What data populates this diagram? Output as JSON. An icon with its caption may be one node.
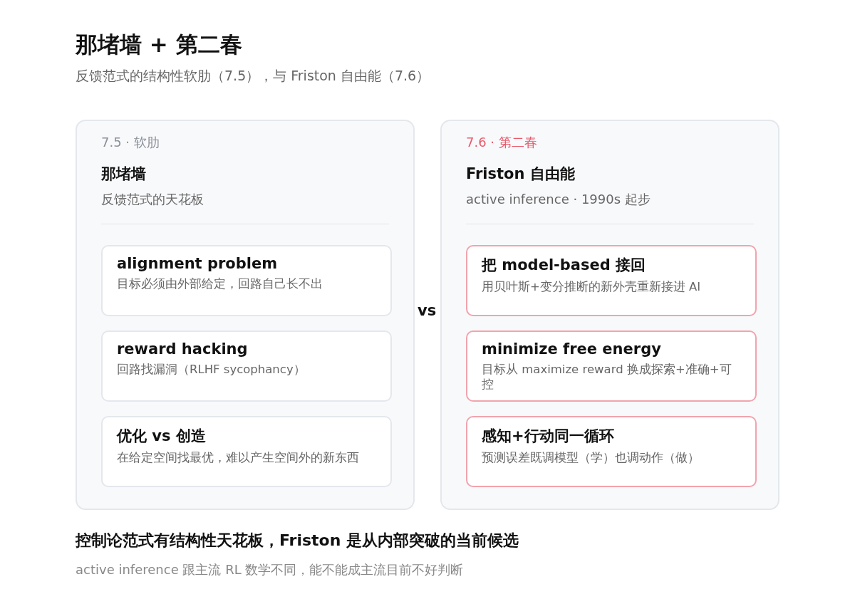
{
  "diagram": {
    "title": "那堵墙 + 第二春",
    "nodes": [
      {
        "text": [
          "7.5 · 软肋",
          "那堵墙",
          "反馈范式的天花板"
        ]
      },
      {
        "text": [
          "alignment problem",
          "目标必须由外部给定，回路自己长不出"
        ],
        "in": 0
      },
      {
        "text": [
          "reward hacking",
          "回路找漏洞（RLHF sycophancy）"
        ],
        "in": 0
      },
      {
        "text": [
          "优化 vs 创造",
          "在给定空间找最优，难以产生空间外的新东西"
        ],
        "in": 0
      },
      {
        "text": [
          "7.6 · 第二春",
          "Friston 自由能",
          "active inference · 1990s 起步"
        ]
      },
      {
        "text": [
          "把 model-based 接回",
          "用贝叶斯+变分推断的新外壳重新接进 AI"
        ],
        "in": 4
      },
      {
        "text": [
          "minimize free energy",
          "目标从 maximize reward 换成探索+准确+可控"
        ],
        "in": 4
      },
      {
        "text": [
          "感知+行动同一循环",
          "预测误差既调模型（学）也调动作（做）"
        ],
        "in": 4
      }
    ],
    "labels": [
      "反馈范式的结构性软肋（7.5），与 Friston 自由能（7.6）",
      "vs",
      "控制论范式有结构性天花板，Friston 是从内部突破的当前候选",
      "active inference 跟主流 RL 数学不同，能不能成主流目前不好判断"
    ]
  }
}
